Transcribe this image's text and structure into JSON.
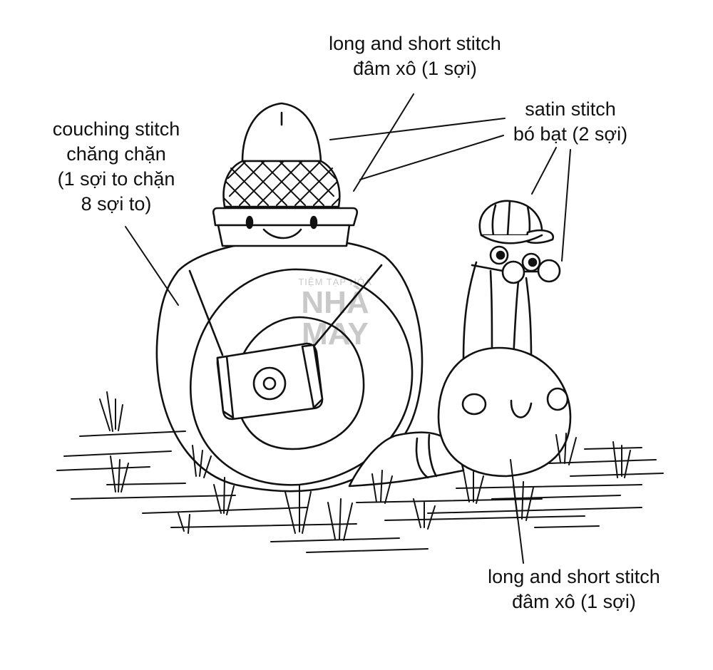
{
  "labels": {
    "top": {
      "line1": "long and short stitch",
      "line2": "đâm xô (1 sợi)"
    },
    "satin": {
      "line1": "satin stitch",
      "line2": "bó bạt (2 sợi)"
    },
    "couching": {
      "line1": "couching stitch",
      "line2": "chăng chặn",
      "line3": "(1 sợi to chặn",
      "line4": "8 sợi to)"
    },
    "bottom": {
      "line1": "long and short stitch",
      "line2": "đâm xô (1 sợi)"
    }
  },
  "watermark": {
    "line1": "TIỆM TẠP HÓA",
    "line2": "NHÀ",
    "line3": "MAY"
  },
  "colors": {
    "ink": "#111111",
    "watermark": "#c9c9c9",
    "background": "#ffffff"
  }
}
